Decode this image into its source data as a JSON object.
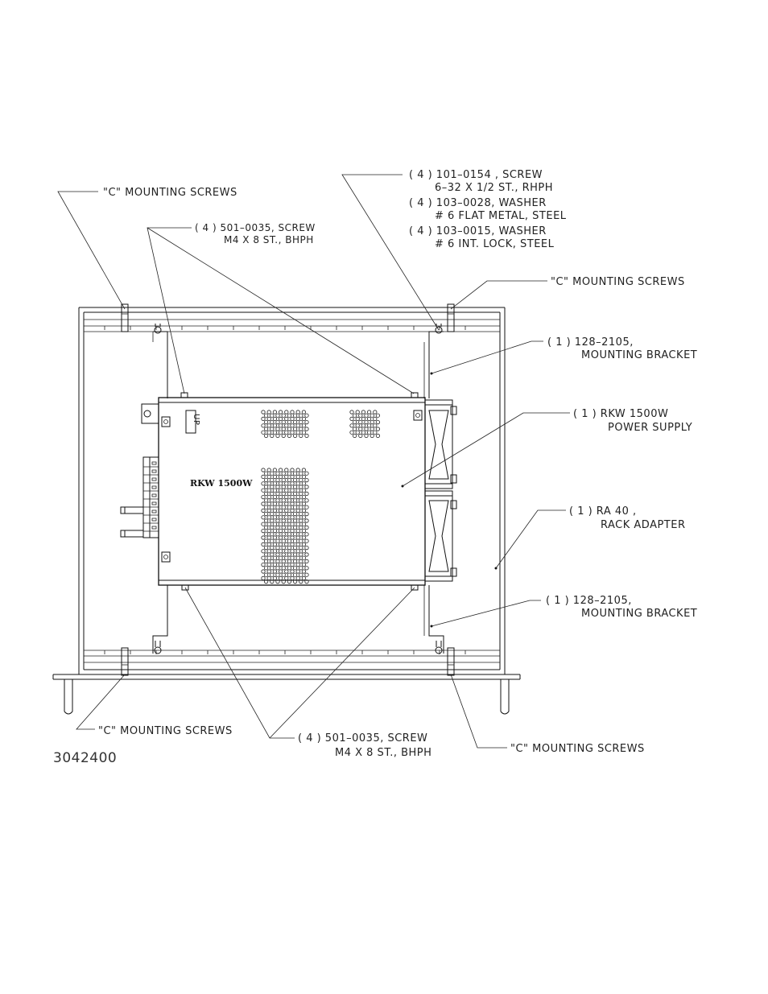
{
  "callouts": {
    "c_screws_top_left": "\"C\"  MOUNTING  SCREWS",
    "c_screws_top_right": "\"C\"  MOUNTING  SCREWS",
    "c_screws_bottom_left": "\"C\"  MOUNTING  SCREWS",
    "c_screws_bottom_right": "\"C\"  MOUNTING  SCREWS",
    "screw_501_top": {
      "line1": "( 4 )  501–0035,  SCREW",
      "line2": "M4  X  8  ST.,  BHPH"
    },
    "screw_501_bottom": {
      "line1": "( 4 )  501–0035,  SCREW",
      "line2": "M4  X  8  ST.,  BHPH"
    },
    "hardware_top": [
      {
        "line1": "( 4 )  101–0154 ,  SCREW",
        "line2": "6–32  X  1/2  ST.,  RHPH"
      },
      {
        "line1": "( 4 )  103–0028,  WASHER",
        "line2": "#  6   FLAT  METAL,  STEEL"
      },
      {
        "line1": "( 4 )  103–0015,  WASHER",
        "line2": "#  6   INT.  LOCK,  STEEL"
      }
    ],
    "bracket_top": {
      "line1": "( 1 )  128–2105,",
      "line2": "MOUNTING  BRACKET"
    },
    "bracket_bottom": {
      "line1": "( 1 )  128–2105,",
      "line2": "MOUNTING  BRACKET"
    },
    "power_supply": {
      "line1": "( 1 )  RKW 1500W",
      "line2": "POWER  SUPPLY"
    },
    "rack_adapter": {
      "line1": "( 1 )  RA  40     ,",
      "line2": "RACK  ADAPTER"
    }
  },
  "unit_label": "RKW  1500W",
  "up_label": "UP",
  "drawing_number": "3042400"
}
